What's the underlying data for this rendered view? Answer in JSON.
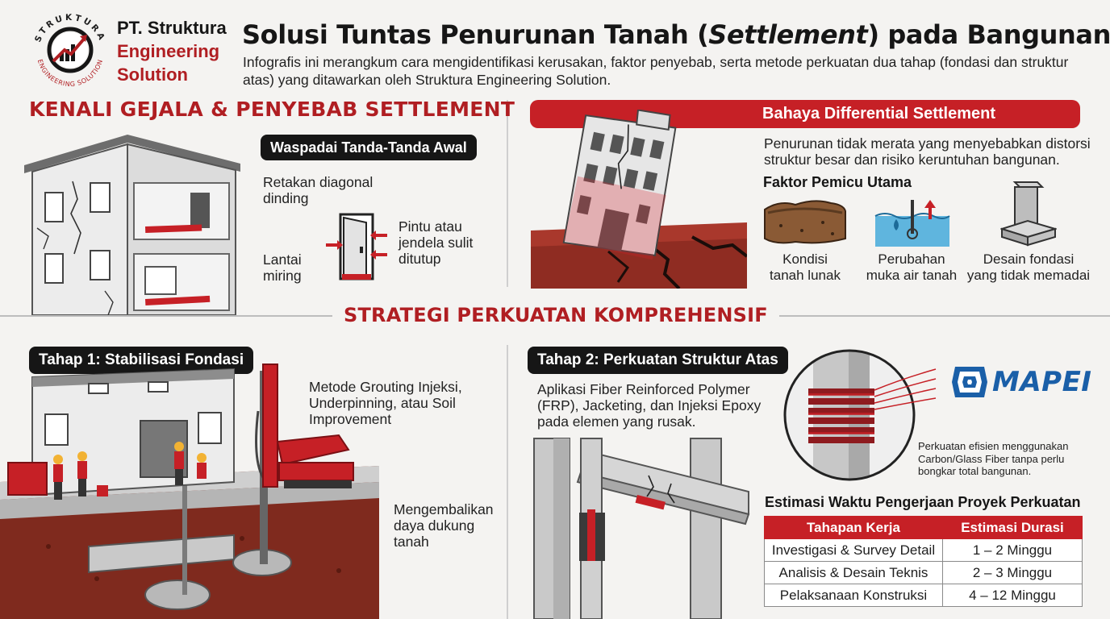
{
  "header": {
    "company_line1": "PT. Struktura",
    "company_line2": "Engineering",
    "company_line3": "Solution",
    "logo_ring_top": "STRUKTURA",
    "logo_ring_bottom": "ENGINEERING SOLUTION",
    "title_part1": "Solusi Tuntas Penurunan Tanah (",
    "title_emph": "Settlement",
    "title_part2": ") pada Bangunan",
    "subtitle": "Infografis ini merangkum cara mengidentifikasi kerusakan, faktor penyebab, serta metode perkuatan dua tahap (fondasi dan struktur atas) yang ditawarkan oleh Struktura Engineering Solution."
  },
  "symptoms": {
    "title": "KENALI GEJALA & PENYEBAB SETTLEMENT",
    "tag": "Waspadai Tanda-Tanda Awal",
    "item1": [
      "Retakan diagonal",
      "dinding"
    ],
    "item2": [
      "Pintu atau",
      "jendela sulit",
      "ditutup"
    ],
    "item3": [
      "Lantai",
      "miring"
    ]
  },
  "danger": {
    "banner": "Bahaya Differential Settlement",
    "description": [
      "Penurunan tidak merata yang menyebabkan distorsi",
      "struktur besar dan risiko keruntuhan bangunan."
    ],
    "factors_title": "Faktor Pemicu Utama",
    "factors": [
      {
        "icon": "soil-icon",
        "label": [
          "Kondisi",
          "tanah lunak"
        ]
      },
      {
        "icon": "water-table-icon",
        "label": [
          "Perubahan",
          "muka air tanah"
        ]
      },
      {
        "icon": "foundation-icon",
        "label": [
          "Desain fondasi",
          "yang tidak memadai"
        ]
      }
    ]
  },
  "strategy": {
    "title": "STRATEGI PERKUATAN KOMPREHENSIF",
    "stage1": {
      "tag": "Tahap 1: Stabilisasi Fondasi",
      "method": [
        "Metode Grouting Injeksi,",
        "Underpinning, atau Soil",
        "Improvement"
      ],
      "result": [
        "Mengembalikan",
        "daya dukung",
        "tanah"
      ]
    },
    "stage2": {
      "tag": "Tahap 2: Perkuatan Struktur Atas",
      "method": [
        "Aplikasi Fiber Reinforced Polymer",
        "(FRP), Jacketing, dan Injeksi Epoxy",
        "pada elemen yang rusak."
      ],
      "brand": "MAPEI",
      "note": [
        "Perkuatan efisien menggunakan",
        "Carbon/Glass Fiber tanpa perlu",
        "bongkar total bangunan."
      ]
    }
  },
  "estimate": {
    "title": "Estimasi Waktu Pengerjaan Proyek Perkuatan",
    "headers": [
      "Tahapan Kerja",
      "Estimasi Durasi"
    ],
    "rows": [
      [
        "Investigasi & Survey Detail",
        "1 – 2 Minggu"
      ],
      [
        "Analisis & Desain Teknis",
        "2 – 3 Minggu"
      ],
      [
        "Pelaksanaan Konstruksi",
        "4 – 12 Minggu"
      ]
    ]
  },
  "colors": {
    "accent_red": "#c62026",
    "title_red": "#b01e22",
    "brand_blue": "#1a5fa8",
    "dark": "#161616"
  }
}
